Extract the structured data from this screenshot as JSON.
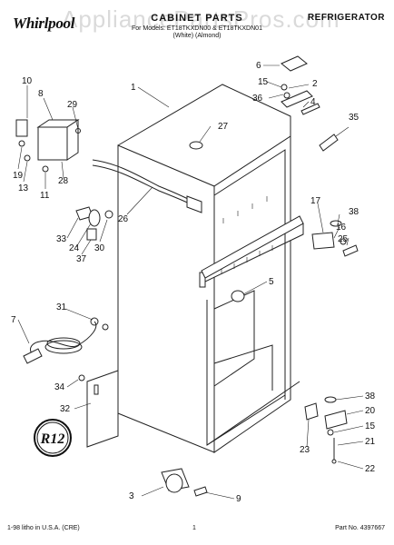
{
  "header": {
    "brand": "Whirlpool",
    "title": "CABINET PARTS",
    "category": "REFRIGERATOR",
    "models_line1": "For Models: ET18TKXDN00 & ET18TKXDN01",
    "models_line2": "(White)          (Almond)",
    "watermark": "AppliancePartsPros.com"
  },
  "footer": {
    "left": "1-98 litho in U.S.A. (CRE)",
    "page": "1",
    "part_no": "Part No. 4397667"
  },
  "callouts": [
    "1",
    "2",
    "3",
    "4",
    "5",
    "6",
    "7",
    "8",
    "9",
    "10",
    "11",
    "13",
    "15",
    "16",
    "17",
    "19",
    "20",
    "21",
    "22",
    "23",
    "24",
    "25",
    "26",
    "27",
    "28",
    "29",
    "30",
    "31",
    "32",
    "33",
    "34",
    "35",
    "36",
    "37",
    "38",
    "15",
    "38"
  ],
  "badge": "R12"
}
